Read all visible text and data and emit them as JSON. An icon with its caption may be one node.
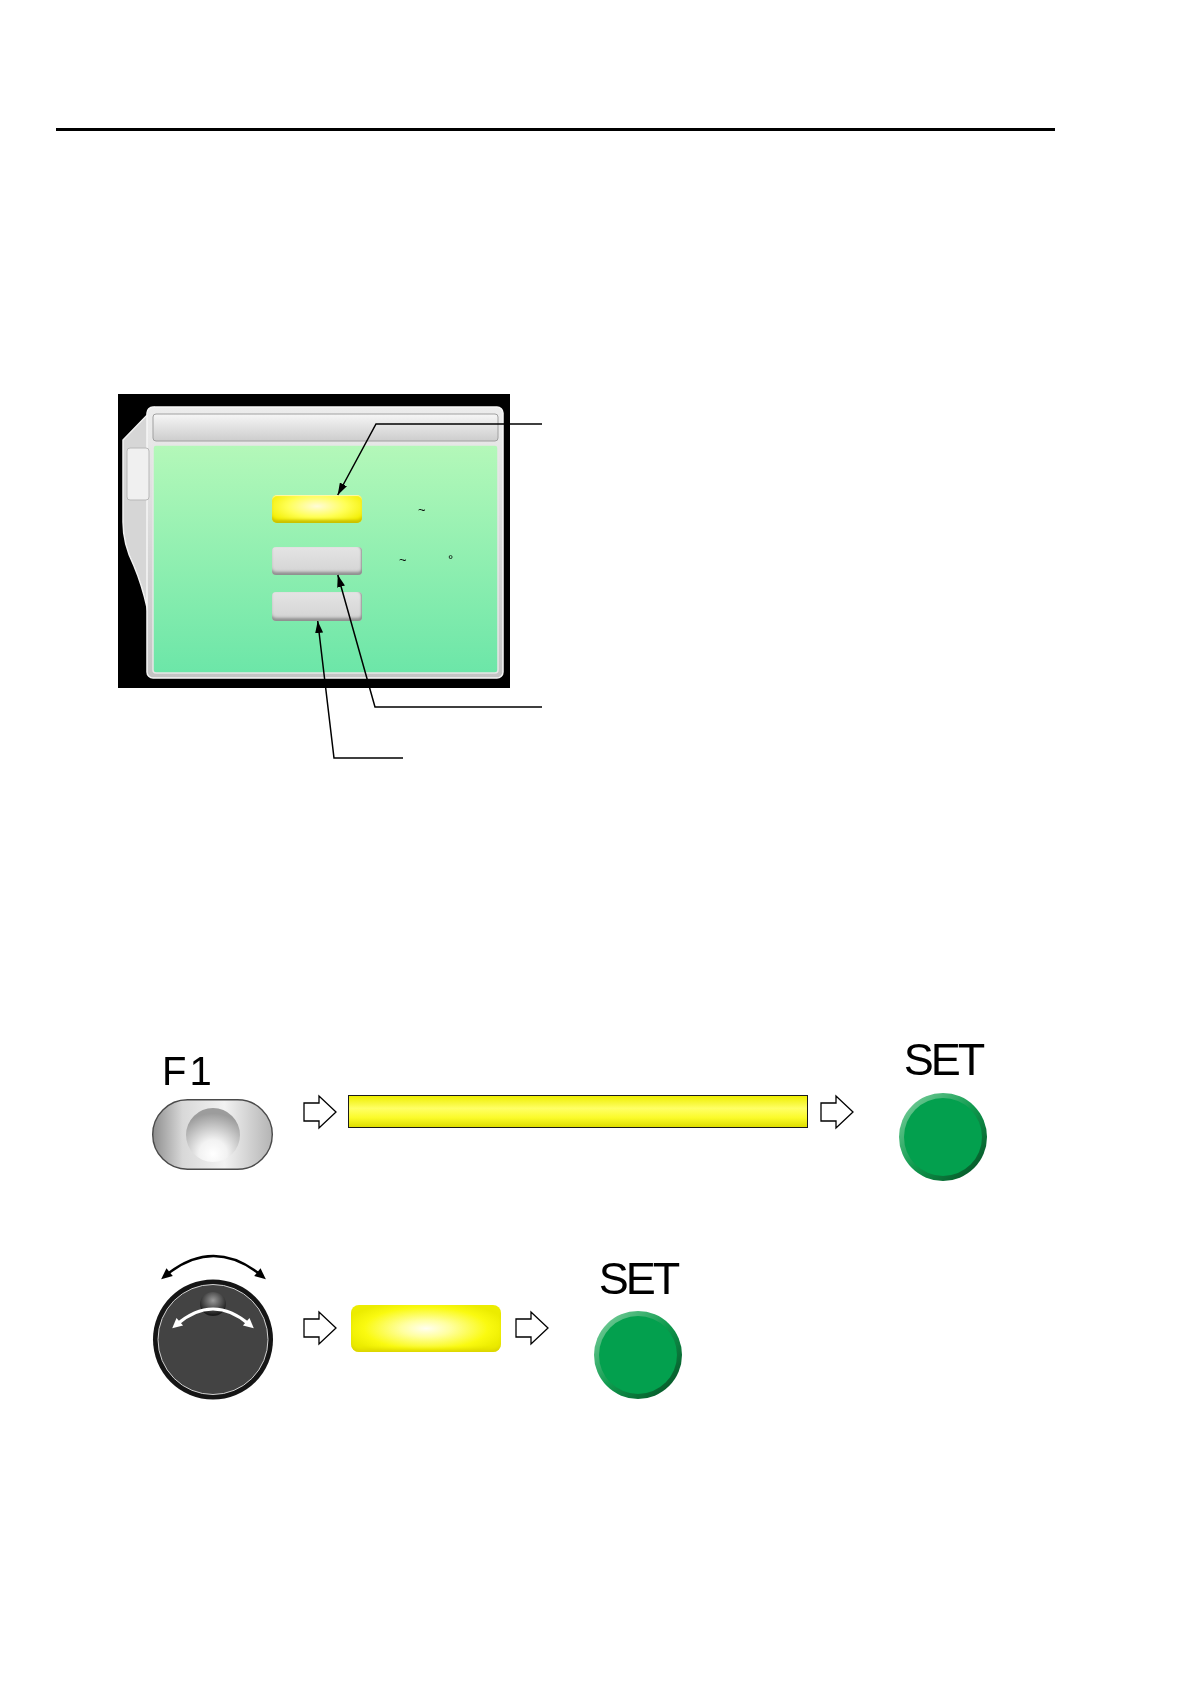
{
  "diagram": {
    "nodes": [
      {
        "text": [],
        "shape": "box"
      },
      {
        "text": [],
        "shape": "bar",
        "in": 0
      },
      {
        "text": [],
        "shape": "bar",
        "in": 0
      },
      {
        "text": [],
        "shape": "bar",
        "in": 0
      },
      {
        "text": [
          "F1"
        ]
      },
      {
        "text": [],
        "shape": "bar"
      },
      {
        "text": [
          "SET"
        ]
      },
      {
        "text": [],
        "shape": "circle"
      },
      {
        "text": [],
        "shape": "bar"
      },
      {
        "text": [
          "SET"
        ]
      }
    ],
    "edges": [
      {
        "from": null,
        "to": 1,
        "arrow": "to"
      },
      {
        "from": null,
        "to": 2,
        "arrow": "to"
      },
      {
        "from": null,
        "to": 3,
        "arrow": "to"
      },
      {
        "from": 4,
        "to": 5,
        "arrow": "to"
      },
      {
        "from": 5,
        "to": 6,
        "arrow": "to"
      },
      {
        "from": 7,
        "to": 8,
        "arrow": "to"
      },
      {
        "from": 8,
        "to": 9,
        "arrow": "to"
      }
    ],
    "labels": [
      "~",
      "~",
      "°"
    ]
  }
}
